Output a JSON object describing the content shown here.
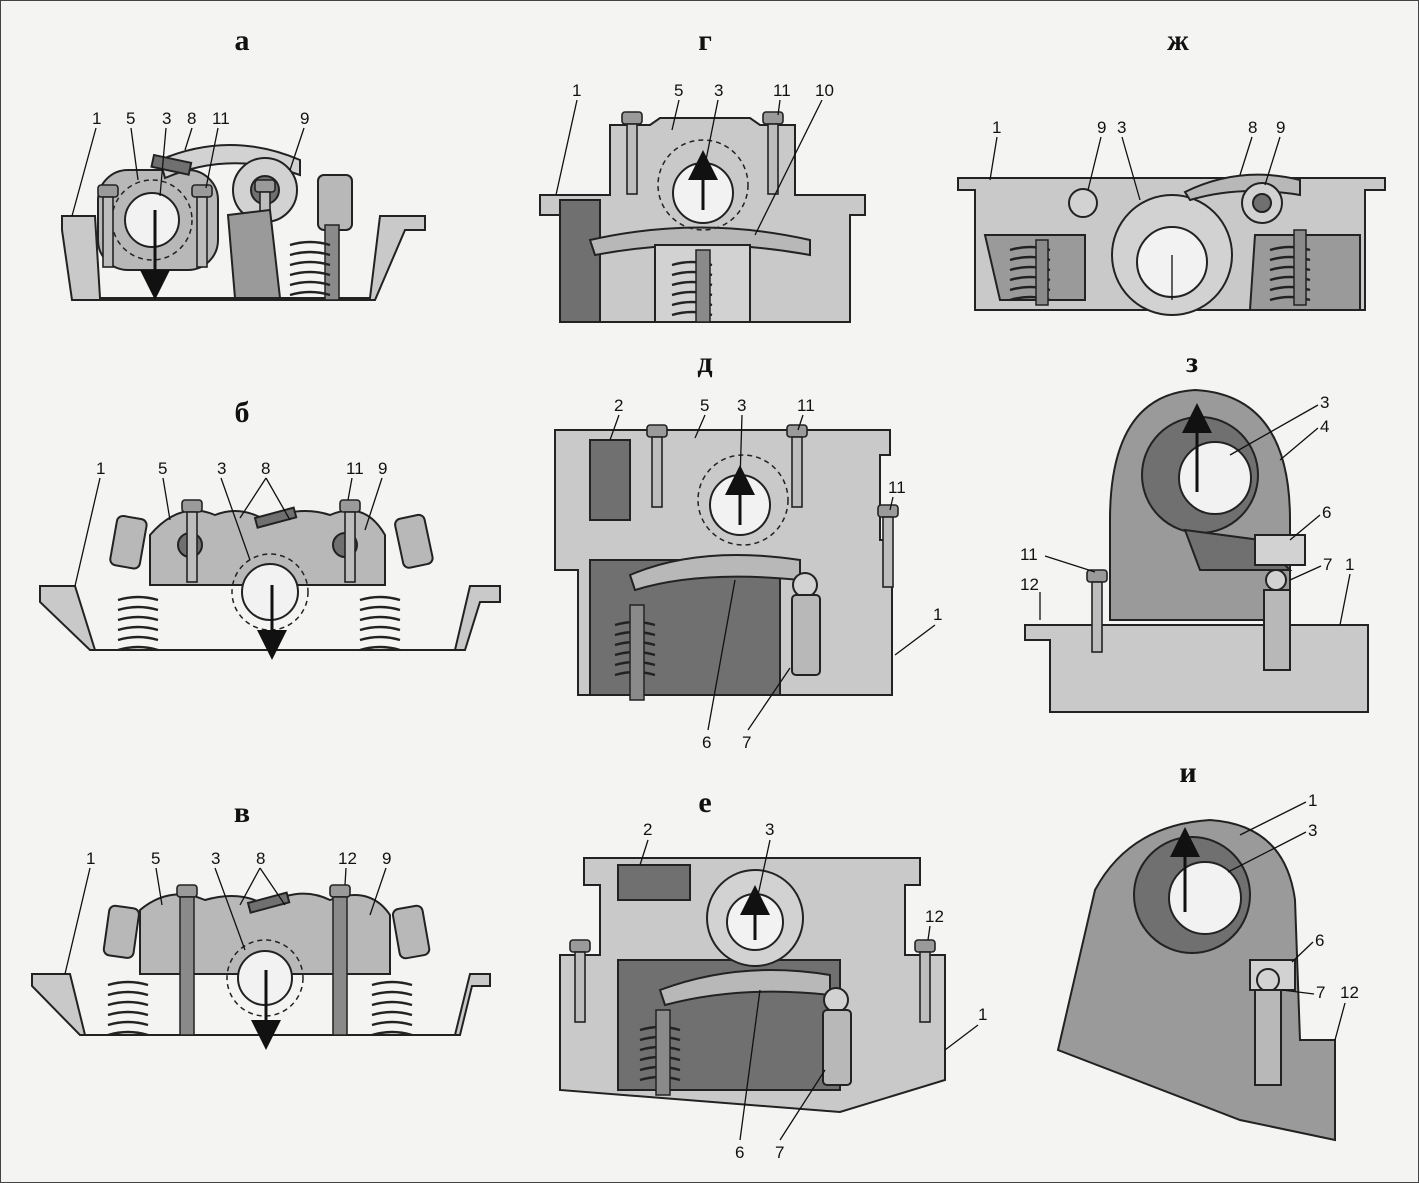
{
  "panels": {
    "a": {
      "title": "а",
      "labels": [
        "1",
        "5",
        "3",
        "8",
        "11",
        "9"
      ]
    },
    "b": {
      "title": "б",
      "labels": [
        "1",
        "5",
        "3",
        "8",
        "11",
        "9"
      ]
    },
    "v": {
      "title": "в",
      "labels": [
        "1",
        "5",
        "3",
        "8",
        "12",
        "9"
      ]
    },
    "g": {
      "title": "г",
      "labels": [
        "1",
        "5",
        "3",
        "11",
        "10"
      ]
    },
    "d": {
      "title": "д",
      "labels": [
        "2",
        "5",
        "3",
        "11",
        "11",
        "1",
        "6",
        "7"
      ]
    },
    "e": {
      "title": "е",
      "labels": [
        "2",
        "3",
        "12",
        "1",
        "6",
        "7"
      ]
    },
    "zh": {
      "title": "ж",
      "labels": [
        "1",
        "9",
        "3",
        "8",
        "9"
      ]
    },
    "z": {
      "title": "з",
      "labels": [
        "3",
        "4",
        "6",
        "11",
        "7",
        "12",
        "1"
      ]
    },
    "i": {
      "title": "и",
      "labels": [
        "1",
        "3",
        "6",
        "7",
        "12"
      ]
    }
  },
  "icons": {
    "cam": "camshaft-section-icon",
    "spring": "valve-spring-icon",
    "bolt": "bolt-icon",
    "lifter": "hydraulic-lifter-icon"
  }
}
